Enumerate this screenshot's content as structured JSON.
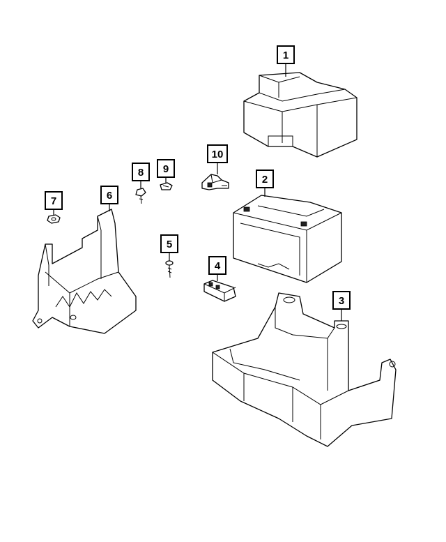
{
  "callouts": {
    "c1": "1",
    "c2": "2",
    "c3": "3",
    "c4": "4",
    "c5": "5",
    "c6": "6",
    "c7": "7",
    "c8": "8",
    "c9": "9",
    "c10": "10"
  },
  "parts": [
    {
      "callout": "1",
      "icon": "battery-insulator-cover"
    },
    {
      "callout": "2",
      "icon": "battery"
    },
    {
      "callout": "3",
      "icon": "battery-tray"
    },
    {
      "callout": "4",
      "icon": "battery-hold-down-clamp"
    },
    {
      "callout": "5",
      "icon": "bolt"
    },
    {
      "callout": "6",
      "icon": "battery-support-bracket"
    },
    {
      "callout": "7",
      "icon": "nut"
    },
    {
      "callout": "8",
      "icon": "screw"
    },
    {
      "callout": "9",
      "icon": "clip"
    },
    {
      "callout": "10",
      "icon": "sensor"
    }
  ]
}
